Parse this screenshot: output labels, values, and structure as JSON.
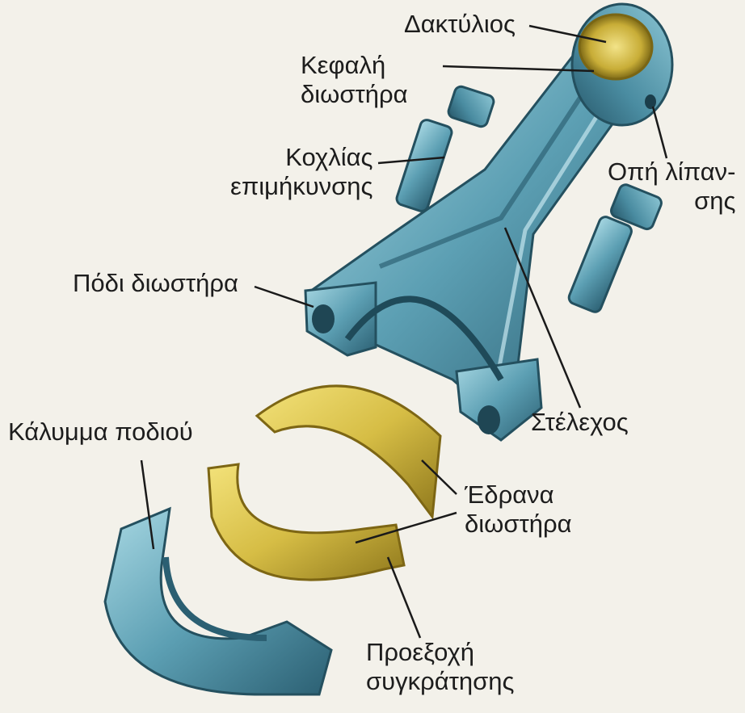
{
  "labels": {
    "ring": "Δακτύλιος",
    "head": [
      "Κεφαλή",
      "διωστήρα"
    ],
    "bolt": [
      "Κοχλίας",
      "επιμήκυνσης"
    ],
    "oil_hole": [
      "Οπή λίπαν-",
      "σης"
    ],
    "foot": "Πόδι διωστήρα",
    "shank": "Στέλεχος",
    "cap": "Κάλυμμα ποδιού",
    "bearings": [
      "Έδρανα",
      "διωστήρα"
    ],
    "tab": [
      "Προεξοχή",
      "συγκράτησης"
    ]
  },
  "colors": {
    "steel": "#4f93a8",
    "steel_dark": "#2f6478",
    "steel_light": "#9fd0dc",
    "brass": "#d9c24a",
    "brass_dark": "#9c8420",
    "leader": "#1a1a1a"
  }
}
